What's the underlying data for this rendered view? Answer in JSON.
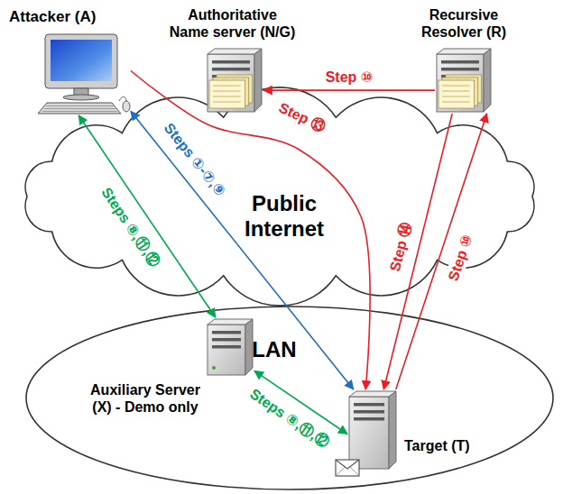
{
  "diagram": {
    "nodes": [
      {
        "text": [
          "Attacker (A)"
        ]
      },
      {
        "text": [
          "Authoritative Name server (N/G)"
        ]
      },
      {
        "text": [
          "Recursive Resolver (R)"
        ]
      },
      {
        "text": [
          "Public Internet"
        ]
      },
      {
        "text": [
          "LAN"
        ]
      },
      {
        "text": [
          "Auxiliary Server (X) - Demo only"
        ],
        "in": 4
      },
      {
        "text": [
          "Target (T)"
        ],
        "in": 4
      }
    ],
    "edges": [
      {
        "from": 0,
        "to": 5,
        "label": "Steps ⑧,⑪,⑫",
        "arrow": "both"
      },
      {
        "from": 0,
        "to": 6,
        "label": "Steps ①-⑦,⑨",
        "arrow": "both"
      },
      {
        "from": 2,
        "to": 1,
        "label": "Step ⑩",
        "arrow": "to"
      },
      {
        "from": 0,
        "to": 6,
        "label": "Step ⑬",
        "arrow": "to"
      },
      {
        "from": 2,
        "to": 6,
        "label": "Step ⑭",
        "arrow": "to"
      },
      {
        "from": 6,
        "to": 2,
        "label": "Step ⑩",
        "arrow": "to"
      },
      {
        "from": 5,
        "to": 6,
        "label": "Steps ⑧,⑪,⑫",
        "arrow": "both"
      }
    ]
  }
}
